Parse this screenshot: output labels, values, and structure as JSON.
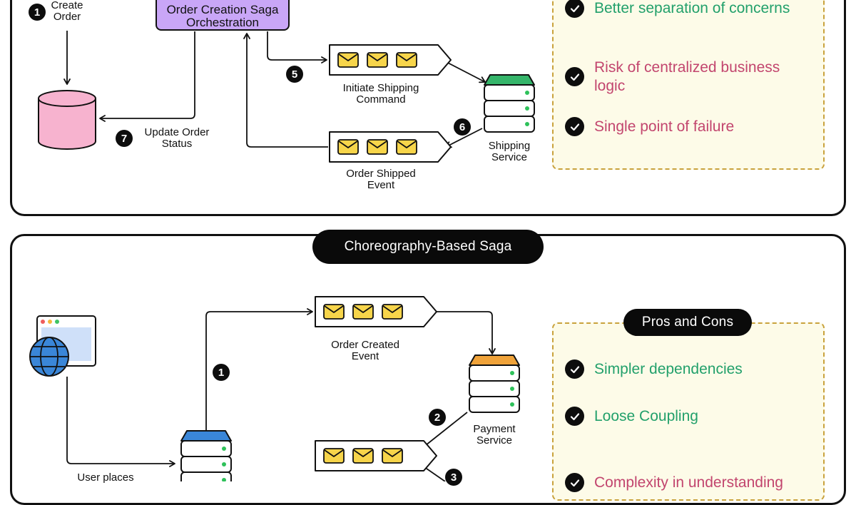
{
  "orchestration": {
    "orchestrator_label": "Order Creation Saga\nOrchestration",
    "create_order_label": "Create\nOrder",
    "update_order_label": "Update Order\nStatus",
    "initiate_shipping_label": "Initiate Shipping\nCommand",
    "order_shipped_label": "Order Shipped\nEvent",
    "shipping_service_label": "Shipping\nService",
    "steps": {
      "create": "1",
      "update": "7",
      "initiate": "5",
      "shipped": "6"
    },
    "pros_cons": [
      {
        "text": "Better separation of concerns",
        "kind": "pro"
      },
      {
        "text": "Risk of centralized business\nlogic",
        "kind": "con"
      },
      {
        "text": "Single point of failure",
        "kind": "con"
      }
    ]
  },
  "choreography": {
    "title": "Choreography-Based Saga",
    "order_created_label": "Order Created\nEvent",
    "payment_service_label": "Payment\nService",
    "user_places_label": "User places",
    "steps": {
      "one": "1",
      "two": "2",
      "three": "3"
    },
    "pros_cons_title": "Pros and Cons",
    "pros_cons": [
      {
        "text": "Simpler dependencies",
        "kind": "pro"
      },
      {
        "text": "Loose Coupling",
        "kind": "pro"
      },
      {
        "text": "Complexity in understanding",
        "kind": "con"
      }
    ]
  },
  "colors": {
    "pro": "#22a06b",
    "con": "#c2456e",
    "orchestrator": "#c9a6f7",
    "database": "#f7b3cf",
    "shipping_server_top": "#35b56a",
    "payment_server_top": "#f0a33a",
    "order_server_top": "#3a86d8",
    "envelope": "#f7d54a",
    "pros_cons_bg": "#fdfbe8",
    "pros_cons_border": "#c9a23c"
  }
}
